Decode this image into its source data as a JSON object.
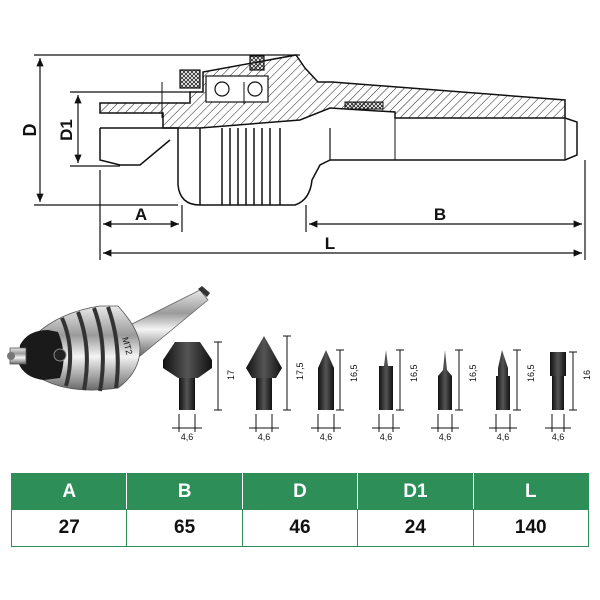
{
  "drawing": {
    "labels": {
      "d": "D",
      "d1": "D1",
      "a": "A",
      "b": "B",
      "l": "L"
    }
  },
  "points": [
    {
      "height": "17",
      "shank": "4,6"
    },
    {
      "height": "17,5",
      "shank": "4,6"
    },
    {
      "height": "16,5",
      "shank": "4,6"
    },
    {
      "height": "16,5",
      "shank": "4,6"
    },
    {
      "height": "16,5",
      "shank": "4,6"
    },
    {
      "height": "16,5",
      "shank": "4,6"
    },
    {
      "height": "16",
      "shank": "4,6"
    }
  ],
  "product_marking": "MT2",
  "table": {
    "headers": [
      "A",
      "B",
      "D",
      "D1",
      "L"
    ],
    "values": [
      "27",
      "65",
      "46",
      "24",
      "140"
    ]
  },
  "colors": {
    "header_bg": "#2e8e57",
    "header_text": "#ffffff"
  }
}
